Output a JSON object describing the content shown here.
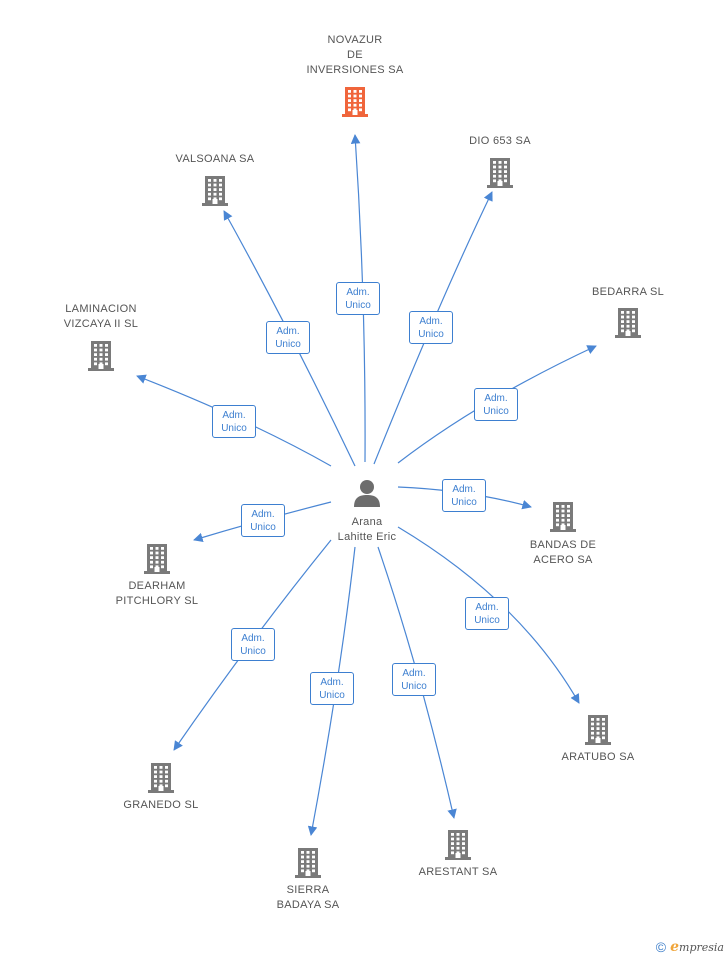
{
  "colors": {
    "edge": "#4a86d4",
    "building": "#7a7a7a",
    "building_highlight": "#f0653b",
    "person": "#6d6d6d",
    "label": "#555555",
    "relation_border": "#3d7fd0"
  },
  "center": {
    "icon": "person-icon",
    "label_lines": [
      "Arana",
      "Lahitte Eric"
    ]
  },
  "companies": [
    {
      "id": "novazur",
      "lines": [
        "NOVAZUR",
        "DE",
        "INVERSIONES SA"
      ],
      "highlight": true
    },
    {
      "id": "dio653",
      "lines": [
        "DIO 653 SA"
      ],
      "highlight": false
    },
    {
      "id": "valsoana",
      "lines": [
        "VALSOANA SA"
      ],
      "highlight": false
    },
    {
      "id": "bedarra",
      "lines": [
        "BEDARRA SL"
      ],
      "highlight": false
    },
    {
      "id": "laminacion",
      "lines": [
        "LAMINACION",
        "VIZCAYA II SL"
      ],
      "highlight": false
    },
    {
      "id": "bandas",
      "lines": [
        "BANDAS DE",
        "ACERO SA"
      ],
      "highlight": false
    },
    {
      "id": "dearham",
      "lines": [
        "DEARHAM",
        "PITCHLORY SL"
      ],
      "highlight": false
    },
    {
      "id": "aratubo",
      "lines": [
        "ARATUBO SA"
      ],
      "highlight": false
    },
    {
      "id": "granedo",
      "lines": [
        "GRANEDO SL"
      ],
      "highlight": false
    },
    {
      "id": "arestant",
      "lines": [
        "ARESTANT SA"
      ],
      "highlight": false
    },
    {
      "id": "sierra",
      "lines": [
        "SIERRA",
        "BADAYA SA"
      ],
      "highlight": false
    }
  ],
  "relations": [
    {
      "target": "novazur",
      "lines": [
        "Adm.",
        "Unico"
      ]
    },
    {
      "target": "dio653",
      "lines": [
        "Adm.",
        "Unico"
      ]
    },
    {
      "target": "valsoana",
      "lines": [
        "Adm.",
        "Unico"
      ]
    },
    {
      "target": "bedarra",
      "lines": [
        "Adm.",
        "Unico"
      ]
    },
    {
      "target": "laminacion",
      "lines": [
        "Adm.",
        "Unico"
      ]
    },
    {
      "target": "bandas",
      "lines": [
        "Adm.",
        "Unico"
      ]
    },
    {
      "target": "dearham",
      "lines": [
        "Adm.",
        "Unico"
      ]
    },
    {
      "target": "aratubo",
      "lines": [
        "Adm.",
        "Unico"
      ]
    },
    {
      "target": "granedo",
      "lines": [
        "Adm.",
        "Unico"
      ]
    },
    {
      "target": "arestant",
      "lines": [
        "Adm.",
        "Unico"
      ]
    },
    {
      "target": "sierra",
      "lines": [
        "Adm.",
        "Unico"
      ]
    }
  ],
  "footer": {
    "copyright_symbol": "©",
    "brand_initial": "e",
    "brand_rest": "mpresia"
  }
}
